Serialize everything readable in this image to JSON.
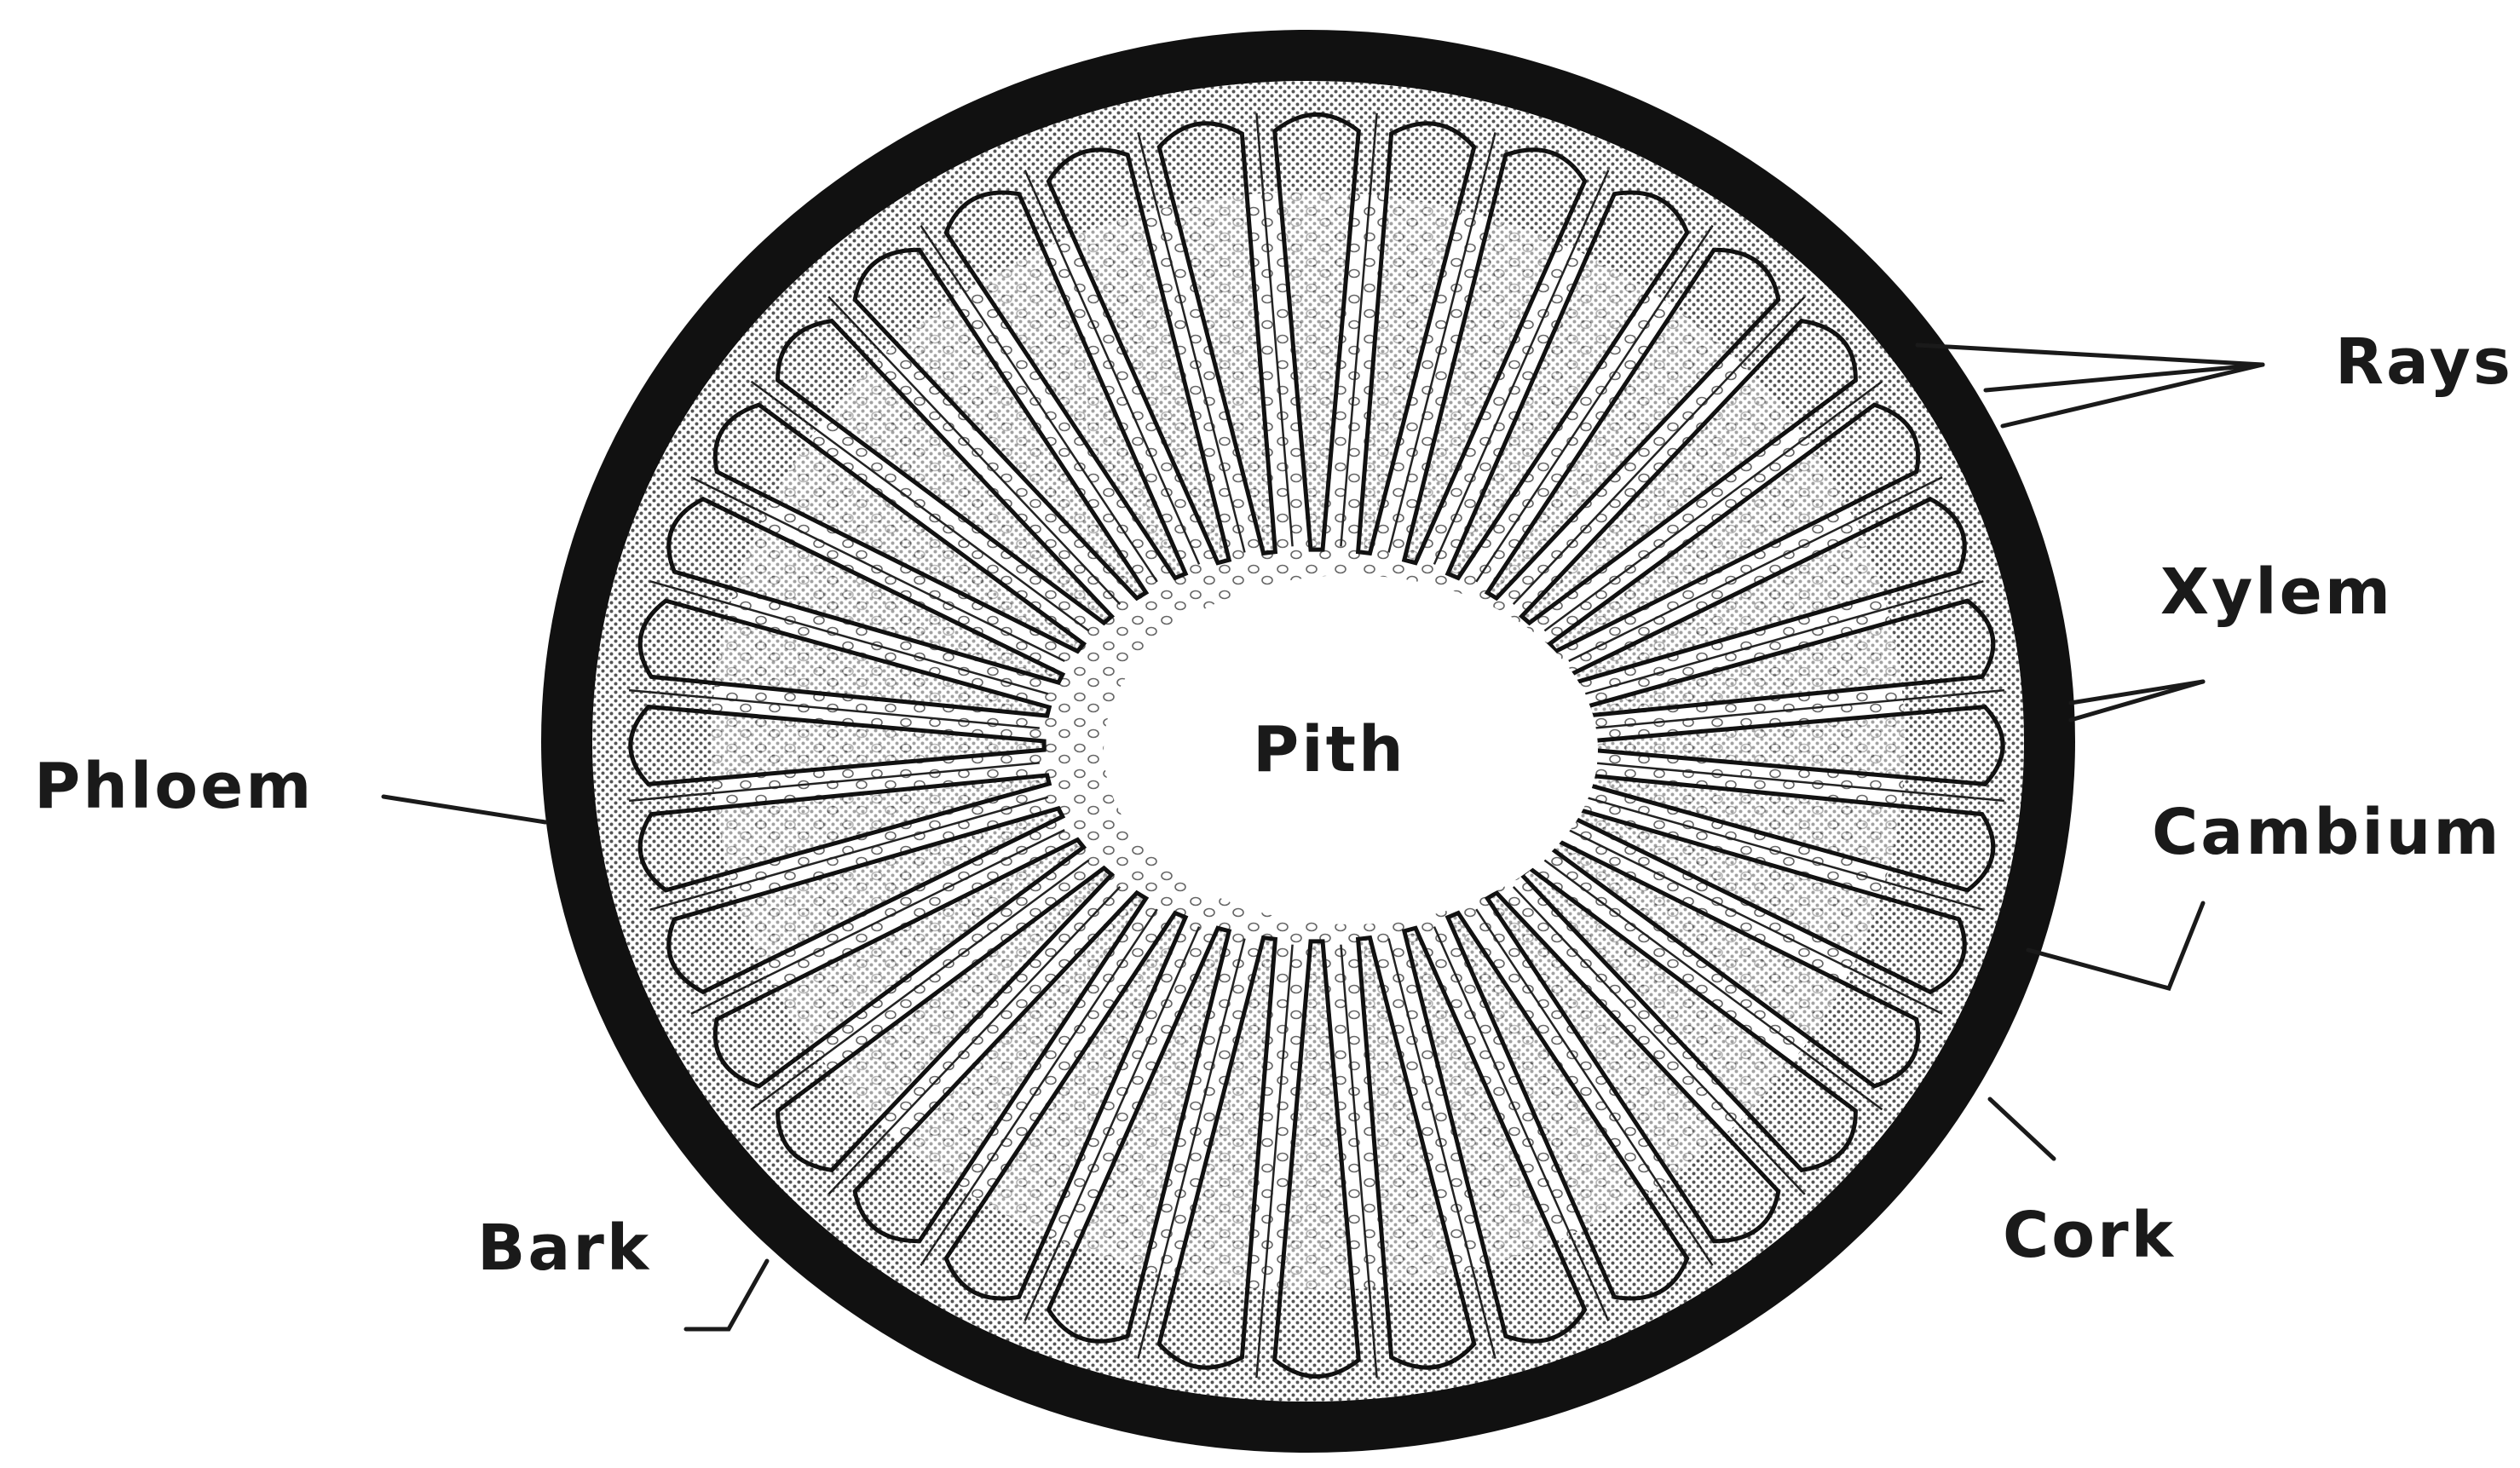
{
  "diagram": {
    "labels": {
      "rays": "Rays",
      "xylem": "Xylem",
      "phloem": "Phloem",
      "pith": "Pith",
      "cambium": "Cambium",
      "bark": "Bark",
      "cork": "Cork"
    },
    "wedge_count": 36,
    "colors": {
      "ink": "#111111",
      "paper": "#ffffff",
      "stipple": "#8a8a8a"
    }
  }
}
